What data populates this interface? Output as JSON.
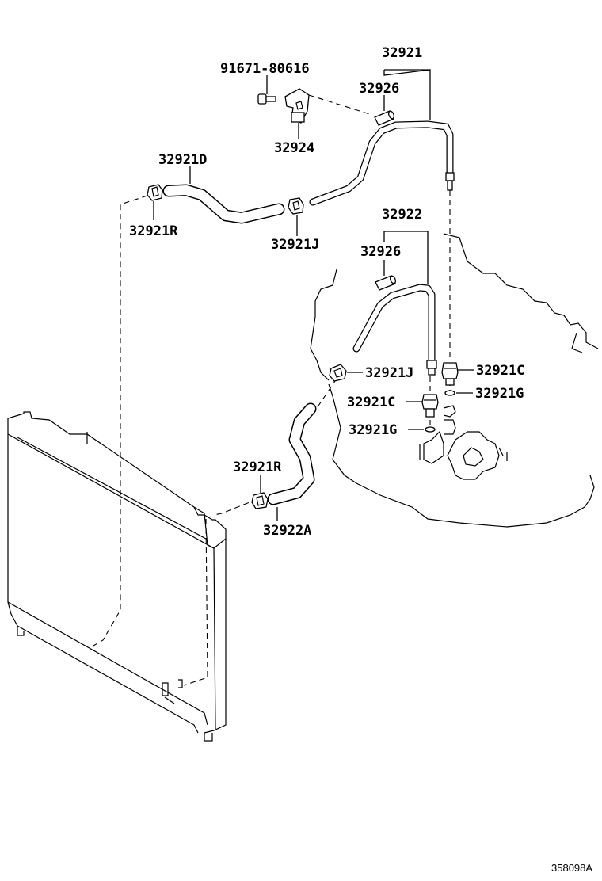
{
  "labels": {
    "p91671": "91671-80616",
    "p32921": "32921",
    "p32926_top": "32926",
    "p32924": "32924",
    "p32921D": "32921D",
    "p32921R_top": "32921R",
    "p32921J_top": "32921J",
    "p32922": "32922",
    "p32926_mid": "32926",
    "p32921J_mid": "32921J",
    "p32921C_right": "32921C",
    "p32921G_right": "32921G",
    "p32921C_mid": "32921C",
    "p32921G_mid": "32921G",
    "p32921R_bottom": "32921R",
    "p32922A": "32922A"
  },
  "reference_code": "358098A"
}
